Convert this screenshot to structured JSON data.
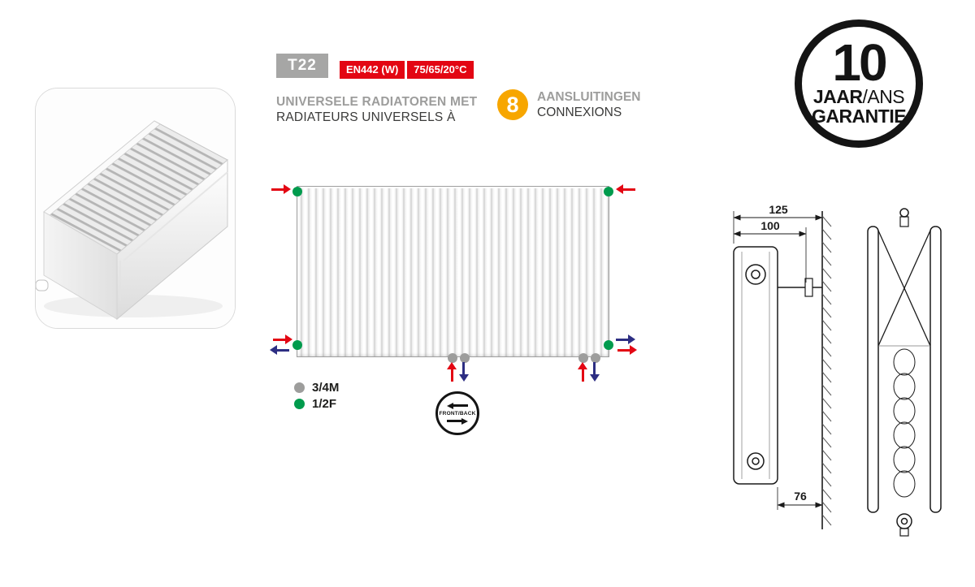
{
  "header": {
    "type_label": "T22",
    "norm_tag": "EN442 (W)",
    "temp_tag": "75/65/20°C",
    "title_nl": "UNIVERSELE RADIATOREN MET",
    "title_fr": "RADIATEURS UNIVERSELS À",
    "connections_count": "8",
    "connections_label_nl": "AANSLUITINGEN",
    "connections_label_fr": "CONNEXIONS"
  },
  "diagram": {
    "legend_male": "3/4M",
    "legend_female": "1/2F",
    "front_back_label": "FRONT/BACK"
  },
  "warranty": {
    "years": "10",
    "word_jaar": "JAAR",
    "word_ans": "/ANS",
    "word_garantie": "GARANTIE"
  },
  "dims": {
    "total_depth": "125",
    "core_depth": "100",
    "bottom_offset": "76"
  },
  "colors": {
    "red": "#e30613",
    "gray": "#9d9d9c",
    "amber": "#f7a600",
    "green": "#009b4d",
    "blue": "#2d2e83",
    "black": "#141414"
  }
}
